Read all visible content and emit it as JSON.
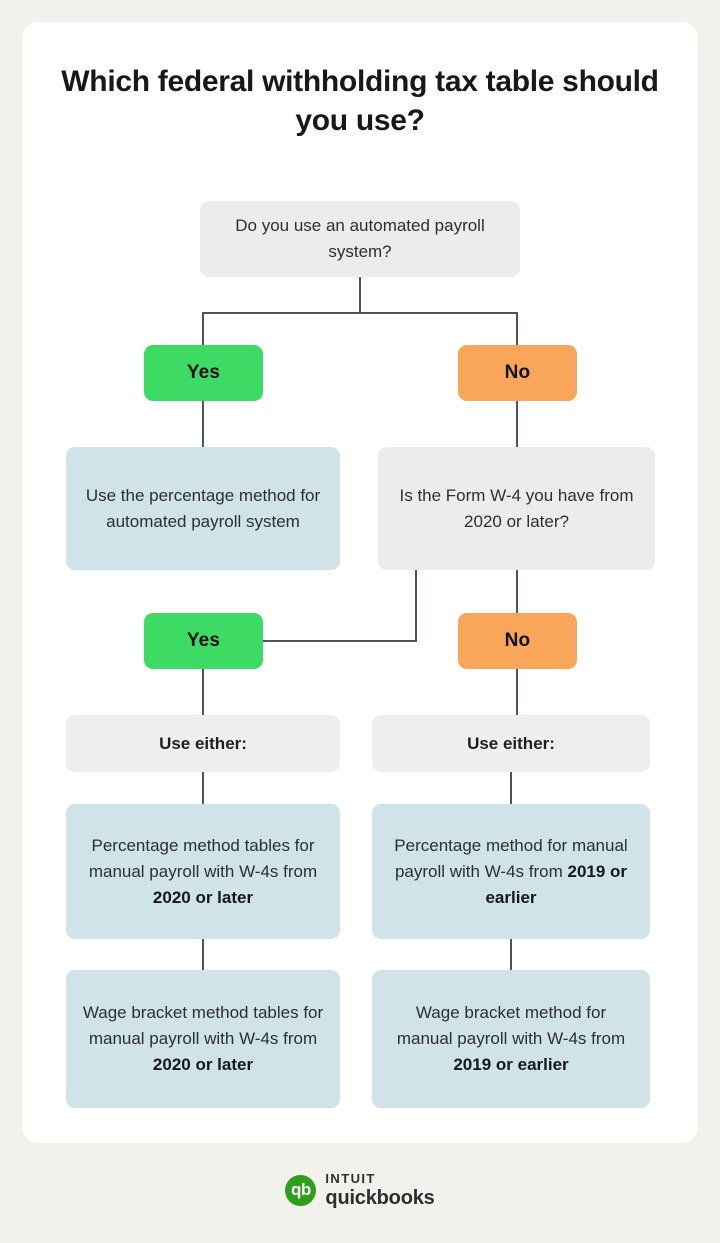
{
  "page": {
    "background_color": "#f2f1ec",
    "card_color": "#ffffff",
    "title": "Which federal withholding tax table should you use?"
  },
  "colors": {
    "question_box": "#edeceb",
    "result_box": "#cfe3e8",
    "yes_pill": "#3ddb63",
    "no_pill": "#f9a55a",
    "connector": "#4b5560",
    "brand_green": "#2ca01c"
  },
  "flow": {
    "root_question": "Do you use an automated payroll system?",
    "branch_labels": {
      "yes": "Yes",
      "no": "No"
    },
    "left_branch": {
      "result": "Use the percentage method for automated payroll system"
    },
    "right_branch": {
      "question": "Is the Form W-4 you have from 2020 or later?"
    },
    "use_either_label": "Use either:",
    "outcomes_left": [
      {
        "text_lead": "Percentage method tables for manual payroll with W-4s from ",
        "text_emphasis": "2020 or later"
      },
      {
        "text_lead": "Wage bracket method tables for manual payroll with W-4s from ",
        "text_emphasis": "2020 or later"
      }
    ],
    "outcomes_right": [
      {
        "text_lead": "Percentage method for manual payroll with W-4s from ",
        "text_emphasis": "2019 or earlier"
      },
      {
        "text_lead": "Wage bracket method for manual payroll with W-4s from ",
        "text_emphasis": "2019 or earlier"
      }
    ]
  },
  "logo": {
    "mark": "qb",
    "intuit": "INTUIT",
    "quickbooks": "quickbooks"
  }
}
